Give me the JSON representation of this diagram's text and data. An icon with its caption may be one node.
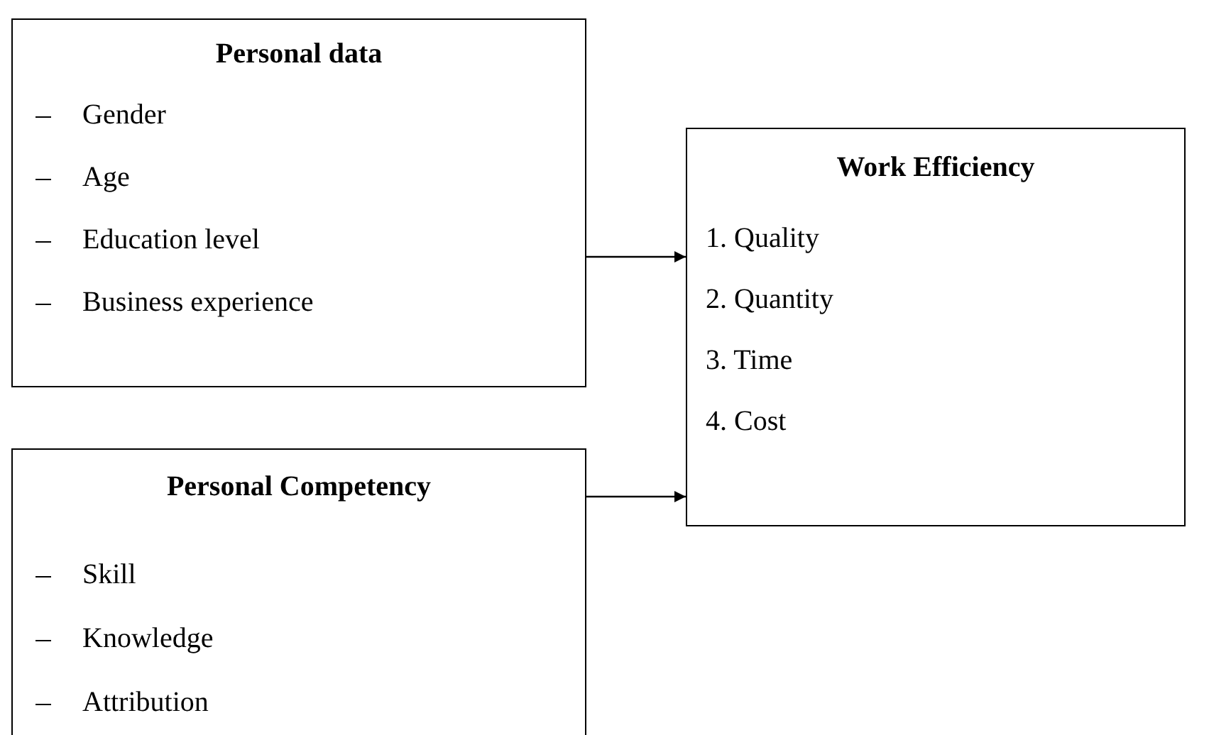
{
  "diagram": {
    "nodes": [
      {
        "text": [
          "Personal data",
          "Gender",
          "Age",
          "Education level",
          "Business experience"
        ]
      },
      {
        "text": [
          "Personal Competency",
          "Skill",
          "Knowledge",
          "Attribution"
        ]
      },
      {
        "text": [
          "Work Efficiency",
          "1. Quality",
          "2. Quantity",
          "3. Time",
          "4. Cost"
        ]
      }
    ],
    "edges": [
      {
        "from": 0,
        "to": 2,
        "arrow": "to"
      },
      {
        "from": 1,
        "to": 2,
        "arrow": "to"
      }
    ]
  }
}
